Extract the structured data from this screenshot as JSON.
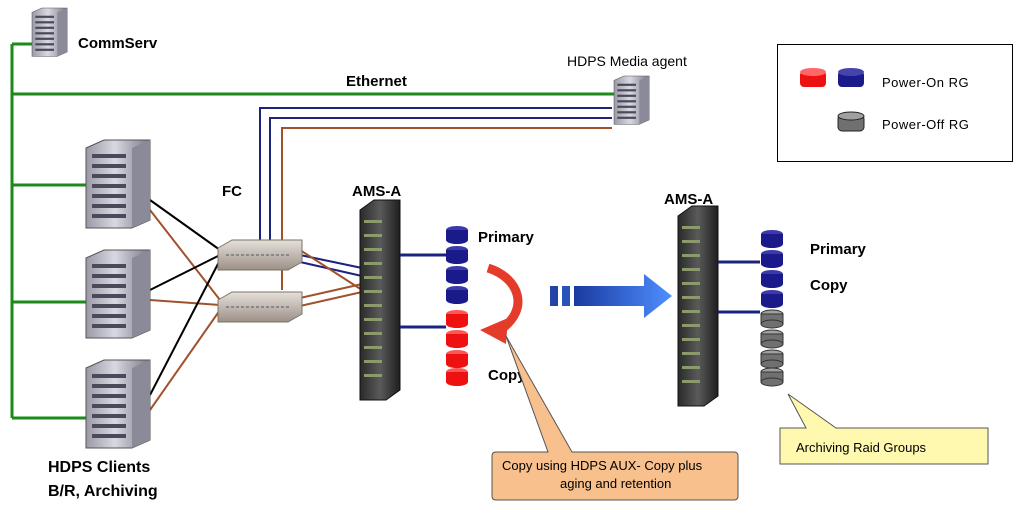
{
  "labels": {
    "commserv": "CommServ",
    "ethernet": "Ethernet",
    "media_agent": "HDPS Media agent",
    "fc": "FC",
    "ams_left": "AMS-A",
    "ams_right": "AMS-A",
    "primary_left": "Primary",
    "copy_left": "Copy",
    "primary_right": "Primary",
    "copy_right": "Copy",
    "clients_line1": "HDPS Clients",
    "clients_line2": "B/R, Archiving"
  },
  "legend": {
    "power_on": "Power-On  RG",
    "power_off": "Power-Off  RG"
  },
  "callouts": {
    "copy_line1": "Copy using  HDPS AUX- Copy plus",
    "copy_line2": "aging and retention",
    "archiving": "Archiving Raid Groups"
  },
  "colors": {
    "ethernet": "#1a8a1a",
    "fc_blue": "#1a237e",
    "fc_brown": "#a0522d",
    "power_on_red": "#ee1111",
    "power_on_blue": "#1a1a8a",
    "power_off_gray": "#707070",
    "callout_fill": "#f7c08c",
    "archive_callout_fill": "#fff9b0",
    "arrow_blue": "#3366dd",
    "curved_arrow": "#e53b2a"
  }
}
